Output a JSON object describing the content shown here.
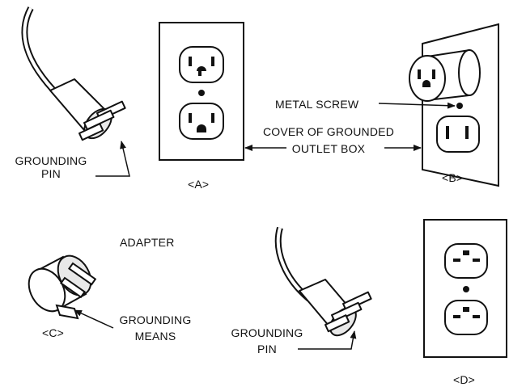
{
  "labels": {
    "grounding_pin_a_line1": "GROUNDING",
    "grounding_pin_a_line2": "PIN",
    "caption_a": "<A>",
    "metal_screw": "METAL SCREW",
    "cover_line1": "COVER OF GROUNDED",
    "cover_line2": "OUTLET BOX",
    "caption_b": "<B>",
    "adapter": "ADAPTER",
    "grounding_means_line1": "GROUNDING",
    "grounding_means_line2": "MEANS",
    "caption_c": "<C>",
    "grounding_pin_d_line1": "GROUNDING",
    "grounding_pin_d_line2": "PIN",
    "caption_d": "<D>"
  },
  "colors": {
    "ink": "#111111",
    "fill": "#ffffff",
    "shade": "#e8e8e8"
  },
  "icons": [
    "plug-icon",
    "duplex-outlet-icon",
    "adapter-icon",
    "arrow-icon"
  ]
}
